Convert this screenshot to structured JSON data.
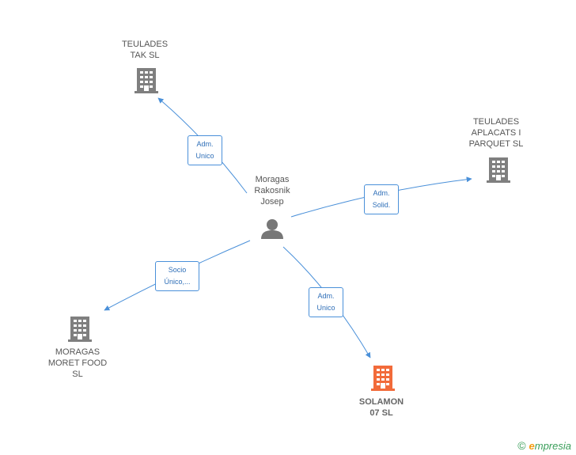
{
  "colors": {
    "edge": "#4a90d9",
    "company": "#7f7f7f",
    "highlight": "#f26b3a",
    "person": "#777777"
  },
  "nodes": {
    "center": {
      "name": "Moragas\nRakosnik\nJosep",
      "icon": "person-icon"
    },
    "teulades_tak": {
      "name": "TEULADES\nTAK SL",
      "icon": "building-icon"
    },
    "teulades_aplacats": {
      "name": "TEULADES\nAPLACATS I\nPARQUET SL",
      "icon": "building-icon"
    },
    "moragas_moret": {
      "name": "MORAGAS\nMORET FOOD\nSL",
      "icon": "building-icon"
    },
    "solamon": {
      "name": "SOLAMON\n07 SL",
      "icon": "building-icon"
    }
  },
  "relations": {
    "tak": "Adm.\nUnico",
    "aplacats": "Adm.\nSolid.",
    "moret": "Socio\nÚnico,...",
    "solamon": "Adm.\nUnico"
  },
  "footer": {
    "symbol": "©",
    "brand_initial": "e",
    "brand_rest": "mpresia"
  }
}
